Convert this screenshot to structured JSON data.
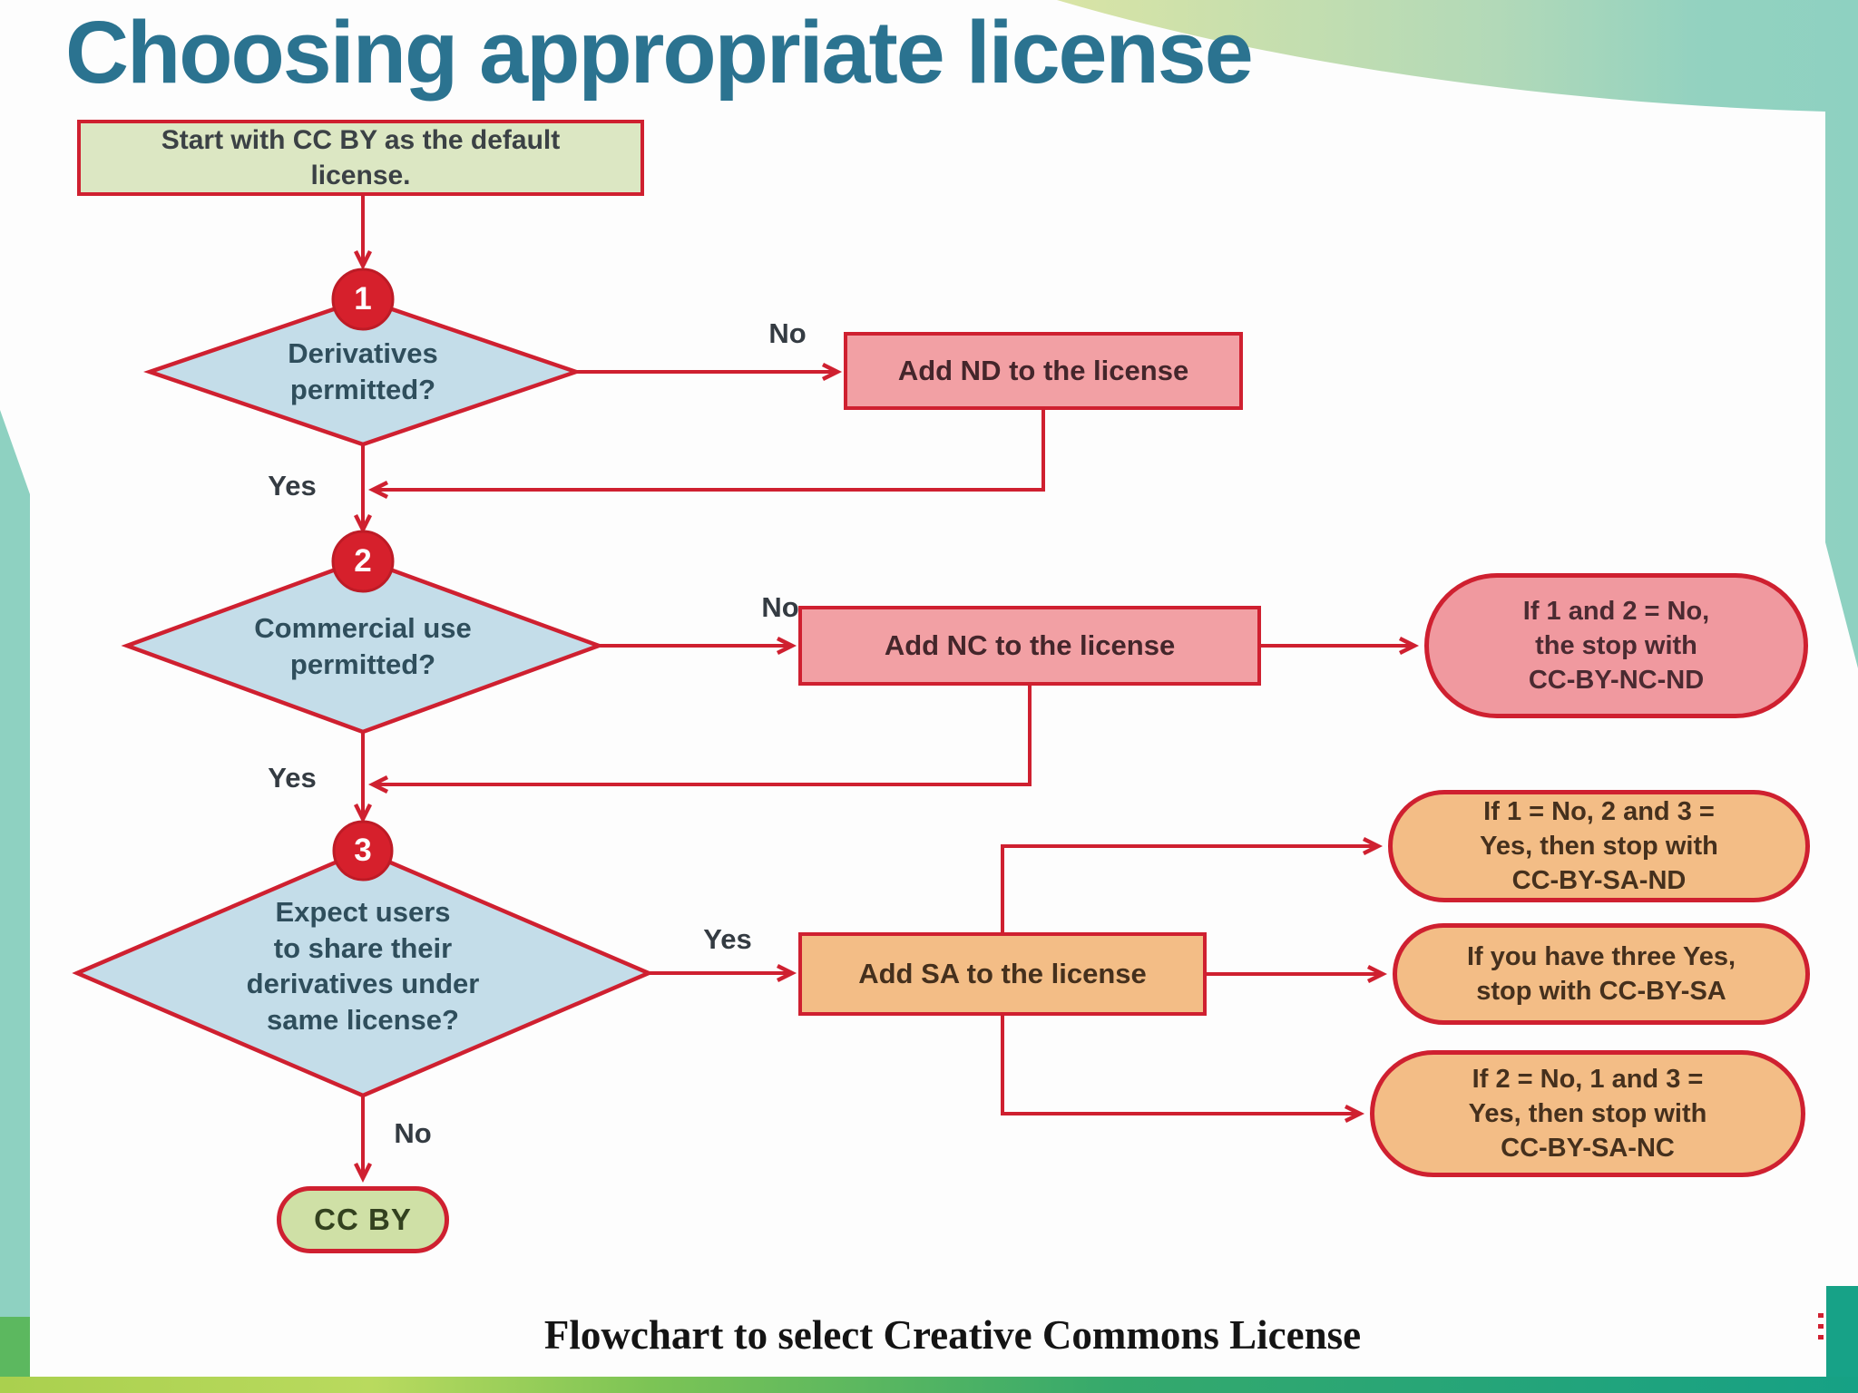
{
  "slide": {
    "title": "Choosing appropriate license",
    "caption": "Flowchart to select Creative Commons License"
  },
  "flowchart": {
    "start": {
      "lines": [
        "Start with CC BY as the default",
        "license."
      ]
    },
    "decisions": [
      {
        "number": "1",
        "lines": [
          "Derivatives",
          "permitted?"
        ],
        "no_label": "No",
        "yes_label": "Yes"
      },
      {
        "number": "2",
        "lines": [
          "Commercial use",
          "permitted?"
        ],
        "no_label": "No",
        "yes_label": "Yes"
      },
      {
        "number": "3",
        "lines": [
          "Expect users",
          "to share their",
          "derivatives under",
          "same license?"
        ],
        "yes_label": "Yes",
        "no_label": "No"
      }
    ],
    "actions": [
      {
        "label": "Add ND to the license"
      },
      {
        "label": "Add NC to the license"
      },
      {
        "label": "Add SA to the license"
      }
    ],
    "outcomes": [
      {
        "lines": [
          "If 1 and 2 = No,",
          "the stop with",
          "CC-BY-NC-ND"
        ]
      },
      {
        "lines": [
          "If 1 = No, 2 and 3 =",
          "Yes, then stop with",
          "CC-BY-SA-ND"
        ]
      },
      {
        "lines": [
          "If you have three Yes,",
          "stop with CC-BY-SA"
        ]
      },
      {
        "lines": [
          "If 2 = No, 1 and 3 =",
          "Yes, then stop with",
          "CC-BY-SA-NC"
        ]
      }
    ],
    "terminal": {
      "label": "CC BY"
    }
  },
  "colors": {
    "accent_red": "#cf2030",
    "circle_red": "#d6202c",
    "diamond_fill": "#c4dde9",
    "start_fill": "#dce7c3",
    "pink_fill": "#f2a0a4",
    "pink_stadium_fill": "#f0999f",
    "orange_fill": "#f3bd86",
    "terminal_fill": "#cfe0a6",
    "title_teal": "#2b7390",
    "band_teal": "#8ed1c1",
    "band_green": "#5cb85f",
    "bar_teal_green": "#17a287"
  }
}
